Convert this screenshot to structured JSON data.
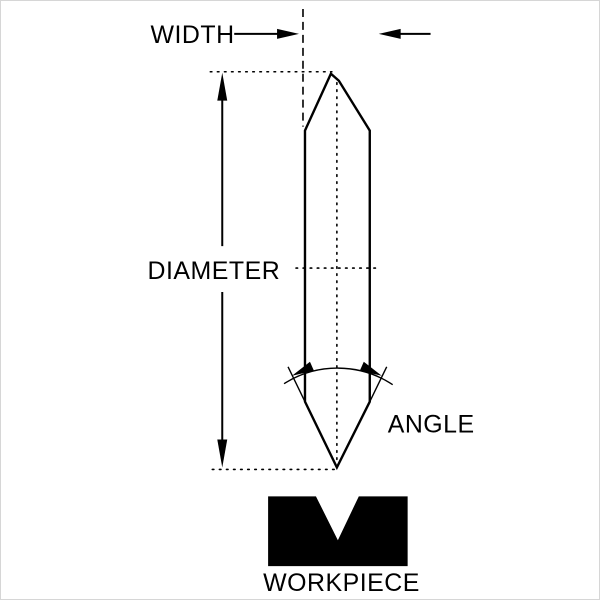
{
  "diagram": {
    "type": "technical-drawing",
    "subject": "Grinding wheel dimension diagram with workpiece",
    "labels": {
      "width": "WIDTH",
      "diameter": "DIAMETER",
      "angle": "ANGLE",
      "workpiece": "WORKPIECE"
    },
    "colors": {
      "line": "#000000",
      "background": "#ffffff",
      "workpiece_fill": "#000000",
      "wheel_fill": "#ffffff"
    }
  }
}
